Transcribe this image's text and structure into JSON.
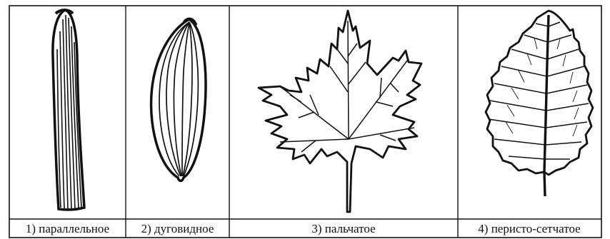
{
  "captions": {
    "parallel": "1) параллельное",
    "arcuate": "2) дуговидное",
    "palmate": "3) пальчатое",
    "pinnate": "4) перисто-сетчатое"
  },
  "leaves": [
    {
      "icon": "parallel-venation-leaf-icon"
    },
    {
      "icon": "arcuate-venation-leaf-icon"
    },
    {
      "icon": "palmate-venation-leaf-icon"
    },
    {
      "icon": "pinnate-reticulate-venation-leaf-icon"
    }
  ],
  "colors": {
    "ink": "#111111",
    "background": "#ffffff"
  }
}
